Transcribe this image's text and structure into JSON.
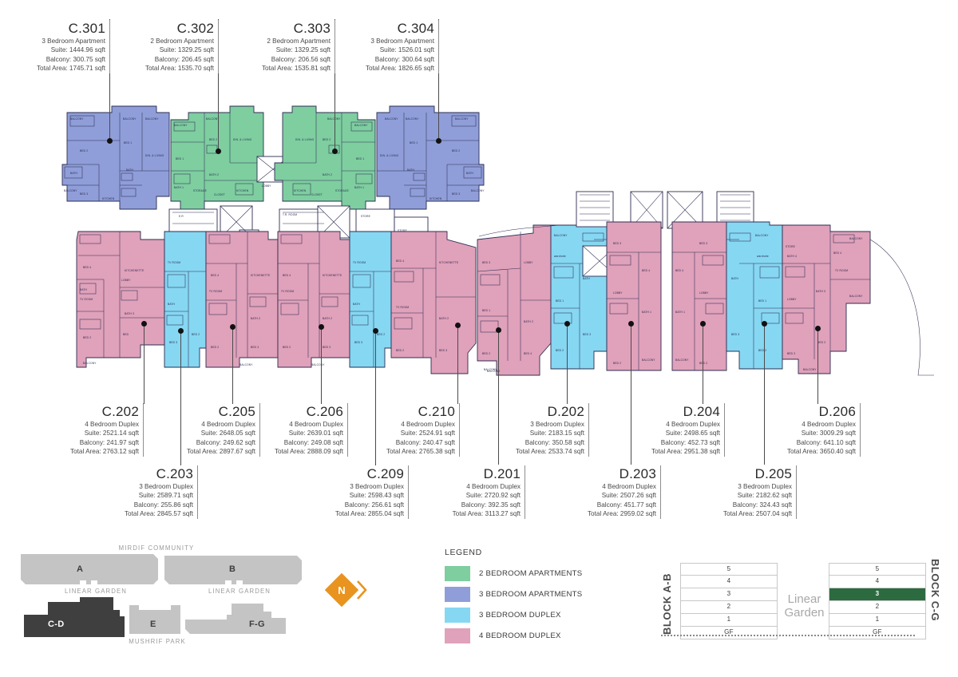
{
  "units_top": [
    {
      "code": "C.301",
      "type": "3 Bedroom Apartment",
      "suite": "Suite: 1444.96 sqft",
      "balcony": "Balcony: 300.75 sqft",
      "total": "Total Area: 1745.71 sqft"
    },
    {
      "code": "C.302",
      "type": "2 Bedroom Apartment",
      "suite": "Suite: 1329.25 sqft",
      "balcony": "Balcony: 206.45 sqft",
      "total": "Total Area: 1535.70 sqft"
    },
    {
      "code": "C.303",
      "type": "2 Bedroom Apartment",
      "suite": "Suite: 1329.25 sqft",
      "balcony": "Balcony: 206.56 sqft",
      "total": "Total Area: 1535.81 sqft"
    },
    {
      "code": "C.304",
      "type": "3 Bedroom Apartment",
      "suite": "Suite: 1526.01 sqft",
      "balcony": "Balcony: 300.64 sqft",
      "total": "Total Area: 1826.65 sqft"
    }
  ],
  "units_bottom_a": [
    {
      "code": "C.202",
      "type": "4 Bedroom Duplex",
      "suite": "Suite: 2521.14 sqft",
      "balcony": "Balcony: 241.97 sqft",
      "total": "Total Area: 2763.12 sqft"
    },
    {
      "code": "C.205",
      "type": "4 Bedroom Duplex",
      "suite": "Suite: 2648.05 sqft",
      "balcony": "Balcony: 249.62 sqft",
      "total": "Total Area: 2897.67 sqft"
    },
    {
      "code": "C.206",
      "type": "4 Bedroom Duplex",
      "suite": "Suite: 2639.01 sqft",
      "balcony": "Balcony: 249.08 sqft",
      "total": "Total Area: 2888.09 sqft"
    },
    {
      "code": "C.210",
      "type": "4 Bedroom Duplex",
      "suite": "Suite: 2524.91 sqft",
      "balcony": "Balcony: 240.47 sqft",
      "total": "Total Area: 2765.38 sqft"
    },
    {
      "code": "D.202",
      "type": "3 Bedroom Duplex",
      "suite": "Suite: 2183.15 sqft",
      "balcony": "Balcony: 350.58 sqft",
      "total": "Total Area: 2533.74 sqft"
    },
    {
      "code": "D.204",
      "type": "4 Bedroom Duplex",
      "suite": "Suite: 2498.65 sqft",
      "balcony": "Balcony: 452.73 sqft",
      "total": "Total Area: 2951.38 sqft"
    },
    {
      "code": "D.206",
      "type": "4 Bedroom Duplex",
      "suite": "Suite: 3009.29 sqft",
      "balcony": "Balcony: 641.10 sqft",
      "total": "Total Area: 3650.40 sqft"
    }
  ],
  "units_bottom_b": [
    {
      "code": "C.203",
      "type": "3 Bedroom Duplex",
      "suite": "Suite: 2589.71 sqft",
      "balcony": "Balcony: 255.86 sqft",
      "total": "Total Area: 2845.57 sqft"
    },
    {
      "code": "C.209",
      "type": "3 Bedroom Duplex",
      "suite": "Suite: 2598.43 sqft",
      "balcony": "Balcony: 256.61 sqft",
      "total": "Total Area: 2855.04 sqft"
    },
    {
      "code": "D.201",
      "type": "4 Bedroom Duplex",
      "suite": "Suite: 2720.92 sqft",
      "balcony": "Balcony: 392.35 sqft",
      "total": "Total Area: 3113.27 sqft"
    },
    {
      "code": "D.203",
      "type": "4 Bedroom Duplex",
      "suite": "Suite: 2507.26 sqft",
      "balcony": "Balcony: 451.77 sqft",
      "total": "Total Area: 2959.02 sqft"
    },
    {
      "code": "D.205",
      "type": "3 Bedroom Duplex",
      "suite": "Suite: 2182.62 sqft",
      "balcony": "Balcony: 324.43 sqft",
      "total": "Total Area: 2507.04 sqft"
    }
  ],
  "legend": {
    "title": "LEGEND",
    "items": [
      {
        "label": "2 BEDROOM APARTMENTS",
        "color": "#7ecea0"
      },
      {
        "label": "3 BEDROOM APARTMENTS",
        "color": "#8f9ed9"
      },
      {
        "label": "3 BEDROOM DUPLEX",
        "color": "#86d7f2"
      },
      {
        "label": "4 BEDROOM DUPLEX",
        "color": "#e0a1ba"
      }
    ]
  },
  "keyplan": {
    "caption_top": "MIRDIF COMMUNITY",
    "caption_bottom": "MUSHRIF PARK",
    "garden_left": "LINEAR GARDEN",
    "garden_right": "LINEAR GARDEN",
    "blocks": [
      {
        "name": "A",
        "active": false
      },
      {
        "name": "B",
        "active": false
      },
      {
        "name": "C-D",
        "active": true
      },
      {
        "name": "E",
        "active": false
      },
      {
        "name": "F-G",
        "active": false
      }
    ],
    "block_fill": "#c4c4c4",
    "block_active_fill": "#3f3f3f"
  },
  "north": {
    "letter": "N",
    "color": "#e8941f"
  },
  "floor_stacks": {
    "left": {
      "block_label": "BLOCK A-B",
      "floors": [
        {
          "label": "5",
          "highlight": false
        },
        {
          "label": "4",
          "highlight": false
        },
        {
          "label": "3",
          "highlight": false
        },
        {
          "label": "2",
          "highlight": false
        },
        {
          "label": "1",
          "highlight": false
        },
        {
          "label": "GF",
          "highlight": false
        }
      ]
    },
    "right": {
      "block_label": "BLOCK C-G",
      "floors": [
        {
          "label": "5",
          "highlight": false
        },
        {
          "label": "4",
          "highlight": false
        },
        {
          "label": "3",
          "highlight": true
        },
        {
          "label": "2",
          "highlight": false
        },
        {
          "label": "1",
          "highlight": false
        },
        {
          "label": "GF",
          "highlight": false
        }
      ]
    },
    "middle_label_line1": "Linear",
    "middle_label_line2": "Garden",
    "highlight_color": "#2c6b40"
  },
  "plan": {
    "room_labels": [
      "BED 1",
      "BED 2",
      "BED 3",
      "BED 4",
      "DIN. & LIVING",
      "TV ROOM",
      "KITCHEN",
      "KITCHENETTE",
      "BALCONY",
      "BATH 1",
      "BATH 2",
      "BATH 3",
      "STORAGE",
      "CLOSET",
      "LIFT",
      "LOBBY",
      "wardrobe",
      "STORE",
      "GR."
    ],
    "colors": {
      "apt_2br": "#7ecea0",
      "apt_3br": "#8f9ed9",
      "dup_3br": "#86d7f2",
      "dup_4br": "#e0a1ba",
      "outline": "#2d2e52",
      "core": "#ffffff"
    }
  }
}
